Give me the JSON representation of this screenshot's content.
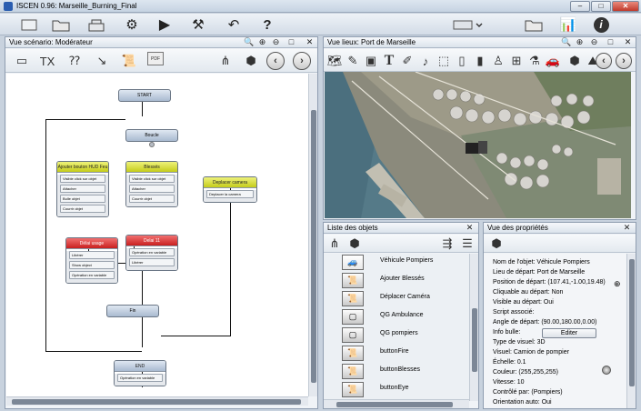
{
  "window": {
    "title": "ISCEN  0.96: Marseille_Burning_Final",
    "minimize": "–",
    "maximize": "□",
    "close": "✕"
  },
  "toolbar": {
    "help": "?",
    "info": "i"
  },
  "scenario_panel": {
    "title": "Vue scénario: Modérateur",
    "pdf_label": "PDF",
    "flow": {
      "start": "START",
      "loop": "Boucle",
      "n1": {
        "title": "Ajouter bouton HUD Feu",
        "rows": [
          "Visible click sur objet",
          "Attacher",
          "Bulle objet",
          "Courrir objet"
        ]
      },
      "n2": {
        "title": "Blessés",
        "rows": [
          "Visible click sur objet",
          "Attacher",
          "Courrir objet"
        ]
      },
      "n3": {
        "title": "Deplacer camera",
        "rows": [
          "Deplacer la camera"
        ]
      },
      "n4": {
        "title": "Délai usage",
        "rows": [
          "Libérer",
          "Show object",
          "Opération en variable"
        ]
      },
      "n5": {
        "title": "Delai 11",
        "rows": [
          "Opération en variable",
          "Libérer"
        ]
      },
      "end_loop": "Fin",
      "end": "END",
      "end_row": "Opération en variable"
    }
  },
  "place_panel": {
    "title": "Vue lieux: Port de Marseille"
  },
  "objects_panel": {
    "title": "Liste des objets",
    "items": [
      {
        "label": "Véhicule Pompiers",
        "icon": "car-icon"
      },
      {
        "label": "Ajouter Blessés",
        "icon": "scroll-icon"
      },
      {
        "label": "Déplacer Caméra",
        "icon": "scroll-icon"
      },
      {
        "label": "QG Ambulance",
        "icon": "cube-icon"
      },
      {
        "label": "QG pompiers",
        "icon": "cube-icon"
      },
      {
        "label": "buttonFire",
        "icon": "scroll-icon"
      },
      {
        "label": "buttonBlesses",
        "icon": "scroll-icon"
      },
      {
        "label": "buttonEye",
        "icon": "scroll-icon"
      }
    ]
  },
  "props_panel": {
    "title": "Vue des propriétés",
    "lines": [
      "Nom de l'objet: Véhicule Pompiers",
      "Lieu de départ: Port de Marseille",
      "Position de départ: (107.41,-1.00,19.48)",
      "Cliquable au départ: Non",
      "Visible au départ: Oui",
      "Script associé:",
      "Angle de départ: (90.00,180.00,0.00)",
      "Info bulle:",
      "Type de visuel: 3D",
      "Visuel: Camion de pompier",
      "Échelle: 0.1",
      "Couleur: (255,255,255)",
      "Vitesse: 10",
      "Contrôlé par: (Pompiers)",
      "Orientation auto: Oui"
    ],
    "edit_button": "Editer"
  },
  "colors": {
    "accent": "#2a5db0",
    "node_blue": "#a9bad0",
    "node_yellow": "#c5cc1a",
    "node_red": "#c81f1f"
  }
}
